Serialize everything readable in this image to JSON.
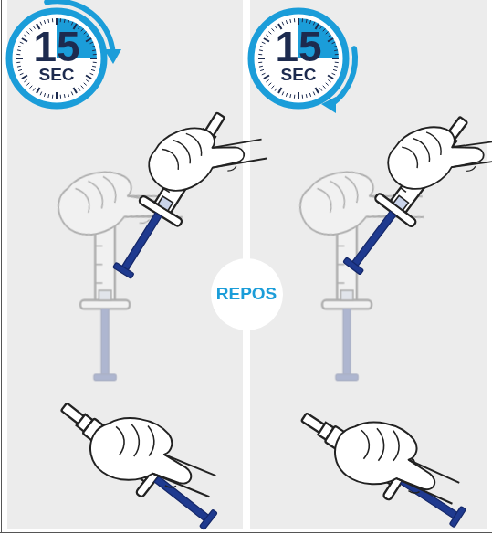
{
  "diagram": {
    "nodes": [
      {
        "text": [
          "15",
          "SEC"
        ]
      },
      {
        "text": [
          "15",
          "SEC"
        ]
      },
      {
        "text": [
          "REPOS"
        ]
      }
    ]
  }
}
